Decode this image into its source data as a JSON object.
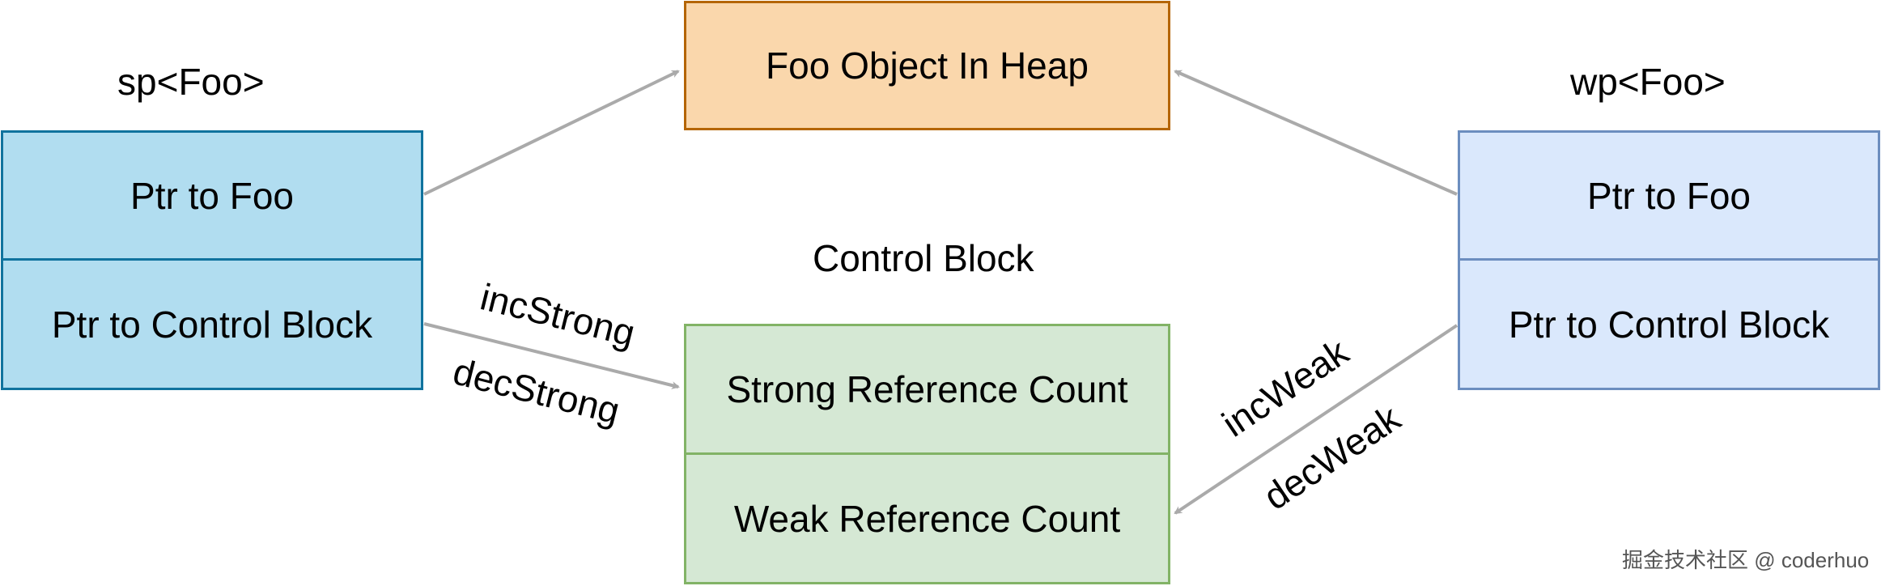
{
  "sp_group": {
    "title": "sp<Foo>",
    "ptr_to_foo": "Ptr to Foo",
    "ptr_to_control_block": "Ptr to Control Block"
  },
  "wp_group": {
    "title": "wp<Foo>",
    "ptr_to_foo": "Ptr to Foo",
    "ptr_to_control_block": "Ptr to Control Block"
  },
  "heap_object": {
    "label": "Foo Object In Heap"
  },
  "control_block": {
    "title": "Control Block",
    "strong_count": "Strong Reference Count",
    "weak_count": "Weak Reference Count"
  },
  "edge_labels": {
    "inc_strong": "incStrong",
    "dec_strong": "decStrong",
    "inc_weak": "incWeak",
    "dec_weak": "decWeak"
  },
  "watermark": "掘金技术社区 @ coderhuo",
  "colors": {
    "sp_fill": "#b1ddf0",
    "sp_stroke": "#10739e",
    "wp_fill": "#dae8fc",
    "wp_stroke": "#6c8ebf",
    "heap_fill": "#fad7ac",
    "heap_stroke": "#b46504",
    "cb_fill": "#d5e8d4",
    "cb_stroke": "#82b366",
    "arrow": "#aaaaaa"
  }
}
